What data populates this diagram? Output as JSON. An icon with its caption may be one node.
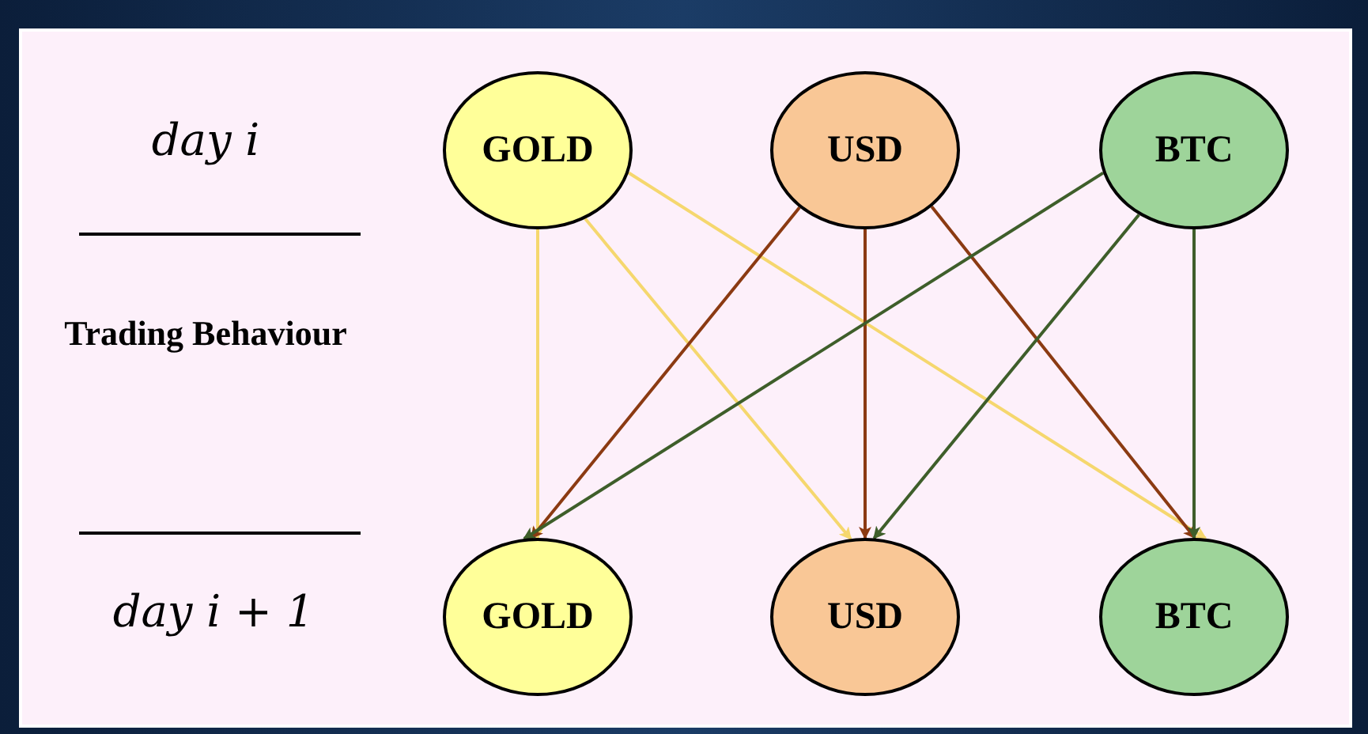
{
  "diagram": {
    "nodes": [
      {
        "text": [
          "GOLD"
        ]
      },
      {
        "text": [
          "USD"
        ]
      },
      {
        "text": [
          "BTC"
        ]
      },
      {
        "text": [
          "GOLD"
        ]
      },
      {
        "text": [
          "USD"
        ]
      },
      {
        "text": [
          "BTC"
        ]
      }
    ],
    "edges": [
      {
        "from": 0,
        "to": 3,
        "arrow": "to",
        "color": "#f5d76e"
      },
      {
        "from": 0,
        "to": 4,
        "arrow": "to",
        "color": "#f5d76e"
      },
      {
        "from": 0,
        "to": 5,
        "arrow": "to",
        "color": "#f5d76e"
      },
      {
        "from": 1,
        "to": 3,
        "arrow": "to",
        "color": "#8b3a12"
      },
      {
        "from": 1,
        "to": 4,
        "arrow": "to",
        "color": "#8b3a12"
      },
      {
        "from": 1,
        "to": 5,
        "arrow": "to",
        "color": "#8b3a12"
      },
      {
        "from": 2,
        "to": 3,
        "arrow": "to",
        "color": "#3e5e2a"
      },
      {
        "from": 2,
        "to": 4,
        "arrow": "to",
        "color": "#3e5e2a"
      },
      {
        "from": 2,
        "to": 5,
        "arrow": "to",
        "color": "#3e5e2a"
      }
    ],
    "labels": [
      "day i",
      "Trading Behaviour",
      "day i + 1"
    ]
  }
}
